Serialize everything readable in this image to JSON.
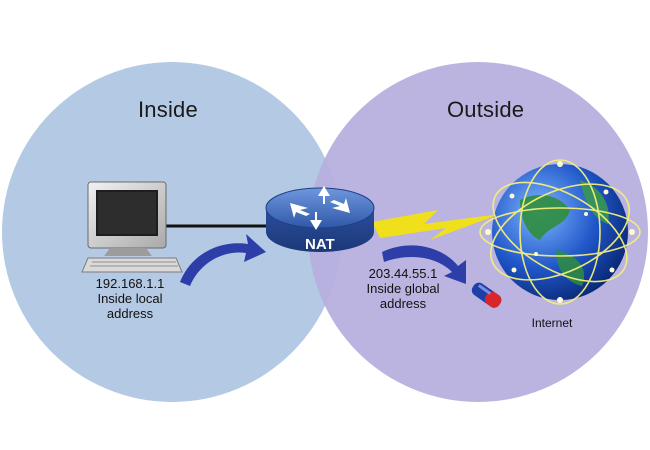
{
  "zones": {
    "inside": {
      "title": "Inside",
      "color": "#b4c9e3"
    },
    "outside": {
      "title": "Outside",
      "color": "#b7b0de"
    }
  },
  "router": {
    "label": "NAT",
    "color": "#3f69b8"
  },
  "pc": {
    "ip": "192.168.1.1",
    "caption_line1": "Inside local",
    "caption_line2": "address"
  },
  "gateway": {
    "ip": "203.44.55.1",
    "caption_line1": "Inside global",
    "caption_line2": "address"
  },
  "internet": {
    "label": "Internet"
  },
  "colors": {
    "arrow": "#2e3ea8",
    "lightning": "#f0e01c",
    "link": "#111111"
  }
}
